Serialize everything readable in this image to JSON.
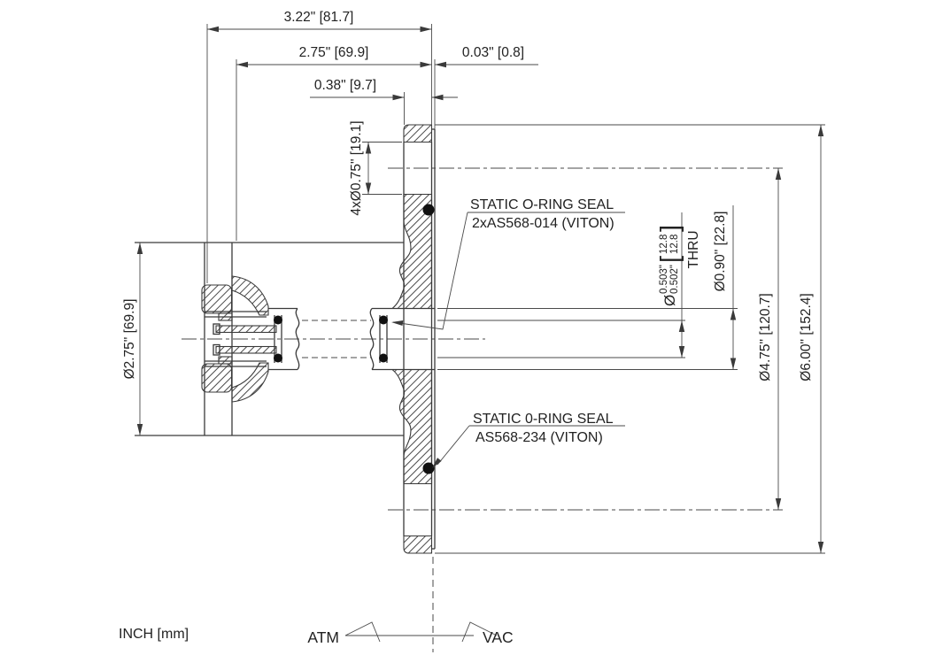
{
  "drawing": {
    "units_note": "INCH [mm]",
    "sides": {
      "atm": "ATM",
      "vac": "VAC"
    },
    "dimensions": {
      "overall_length": "3.22\" [81.7]",
      "body_length": "2.75\" [69.9]",
      "face_lip": "0.03\" [0.8]",
      "flange_thickness": "0.38\" [9.7]",
      "bolt_holes": "4xØ0.75\" [19.1]",
      "body_diameter": "Ø2.75\" [69.9]",
      "bore": {
        "diameter_symbol": "Ø",
        "inch_upper": "0.503\"",
        "inch_lower": "0.502\"",
        "bracket_open": "[",
        "mm_upper": "12.8",
        "mm_lower": "12.8",
        "bracket_close": "]",
        "thru": "THRU"
      },
      "tube_diameter": "Ø0.90\" [22.8]",
      "bolt_circle": "Ø4.75\" [120.7]",
      "flange_diameter": "Ø6.00\" [152.4]"
    },
    "notes": {
      "seal_top_line1": "STATIC O-RING SEAL",
      "seal_top_line2": "2xAS568-014 (VITON)",
      "seal_bottom_line1": "STATIC 0-RING SEAL",
      "seal_bottom_line2": "AS568-234 (VITON)"
    },
    "colors": {
      "line": "#3a3a3a",
      "text": "#222222",
      "seal": "#111111",
      "background": "#ffffff"
    }
  }
}
